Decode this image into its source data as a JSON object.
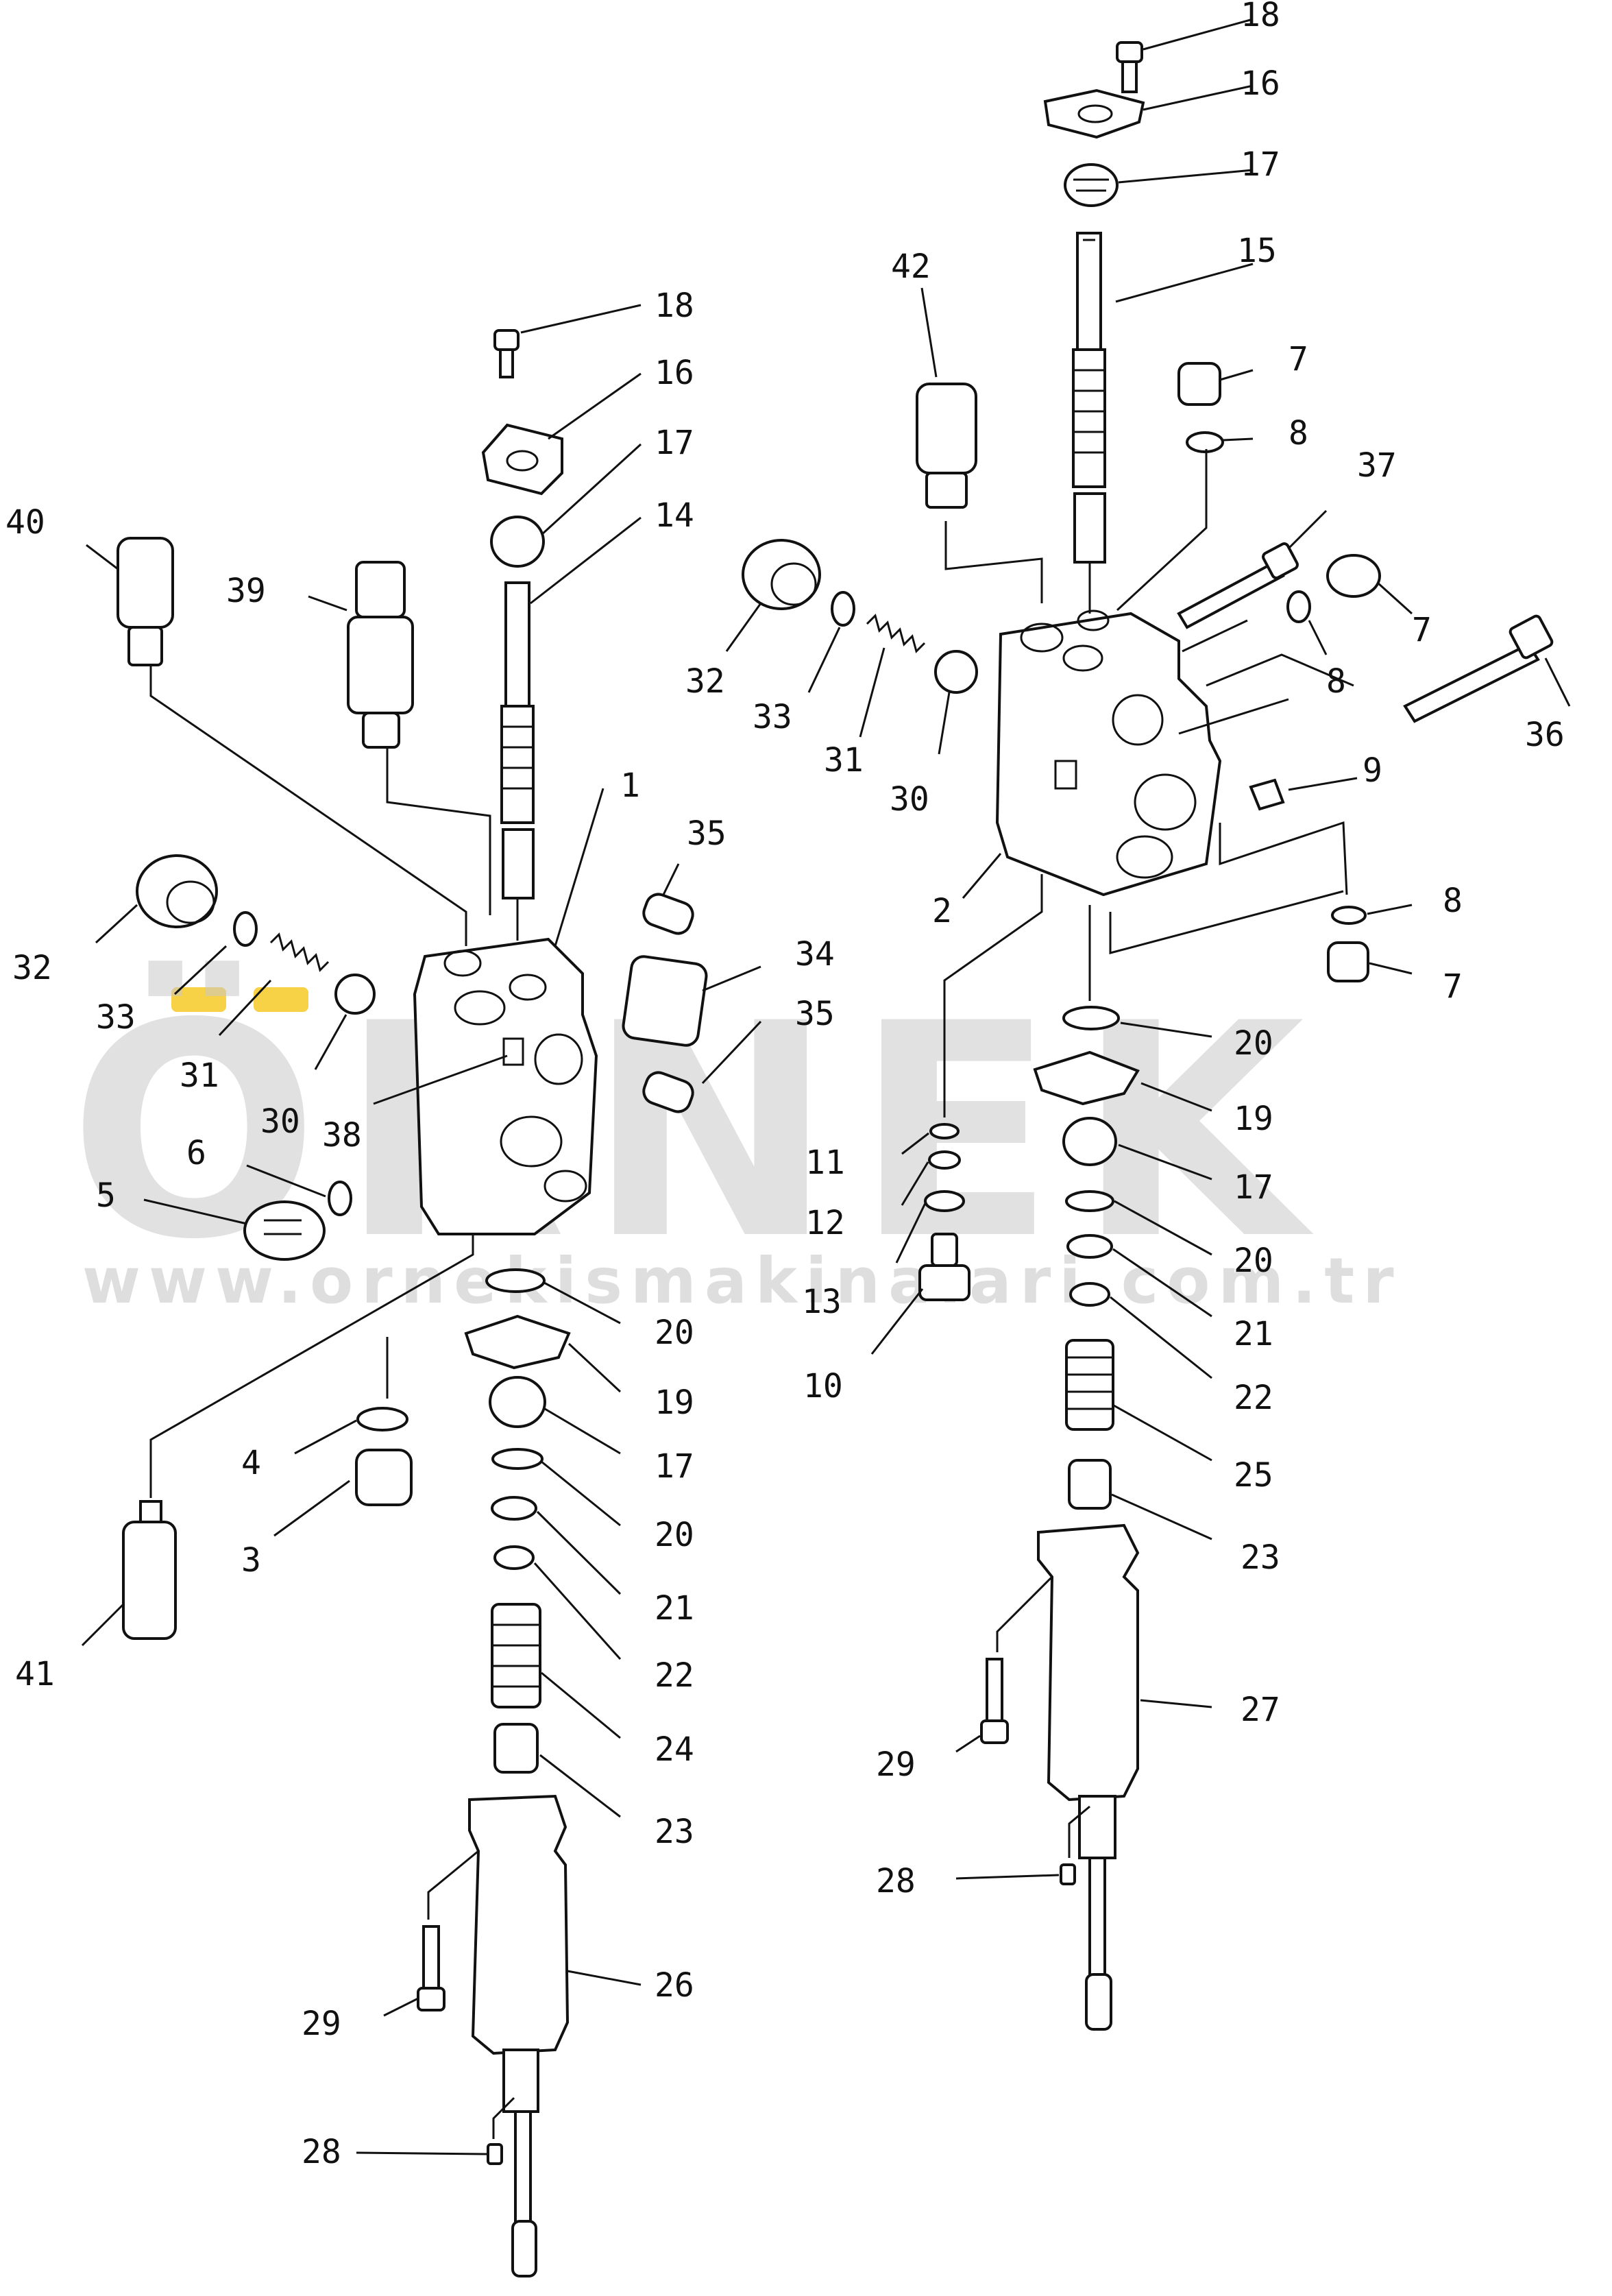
{
  "watermark": {
    "brand": "ÖRNEK",
    "url": "www.ornekismakinalari.com.tr",
    "accent_color": "#f5c518"
  },
  "labels": [
    {
      "id": "l18a",
      "text": "18"
    },
    {
      "id": "l16a",
      "text": "16"
    },
    {
      "id": "l17a",
      "text": "17"
    },
    {
      "id": "l15",
      "text": "15"
    },
    {
      "id": "l42",
      "text": "42"
    },
    {
      "id": "l7a",
      "text": "7"
    },
    {
      "id": "l8a",
      "text": "8"
    },
    {
      "id": "l37",
      "text": "37"
    },
    {
      "id": "l7b",
      "text": "7"
    },
    {
      "id": "l8b",
      "text": "8"
    },
    {
      "id": "l36",
      "text": "36"
    },
    {
      "id": "l9",
      "text": "9"
    },
    {
      "id": "l32a",
      "text": "32"
    },
    {
      "id": "l33a",
      "text": "33"
    },
    {
      "id": "l31a",
      "text": "31"
    },
    {
      "id": "l30a",
      "text": "30"
    },
    {
      "id": "l2",
      "text": "2"
    },
    {
      "id": "l8c",
      "text": "8"
    },
    {
      "id": "l7c",
      "text": "7"
    },
    {
      "id": "l20a",
      "text": "20"
    },
    {
      "id": "l19a",
      "text": "19"
    },
    {
      "id": "l17b",
      "text": "17"
    },
    {
      "id": "l20b",
      "text": "20"
    },
    {
      "id": "l21a",
      "text": "21"
    },
    {
      "id": "l22a",
      "text": "22"
    },
    {
      "id": "l25",
      "text": "25"
    },
    {
      "id": "l23a",
      "text": "23"
    },
    {
      "id": "l27",
      "text": "27"
    },
    {
      "id": "l29a",
      "text": "29"
    },
    {
      "id": "l28a",
      "text": "28"
    },
    {
      "id": "l11",
      "text": "11"
    },
    {
      "id": "l12",
      "text": "12"
    },
    {
      "id": "l13",
      "text": "13"
    },
    {
      "id": "l10",
      "text": "10"
    },
    {
      "id": "l18b",
      "text": "18"
    },
    {
      "id": "l16b",
      "text": "16"
    },
    {
      "id": "l17c",
      "text": "17"
    },
    {
      "id": "l14",
      "text": "14"
    },
    {
      "id": "l40",
      "text": "40"
    },
    {
      "id": "l39",
      "text": "39"
    },
    {
      "id": "l1",
      "text": "1"
    },
    {
      "id": "l35a",
      "text": "35"
    },
    {
      "id": "l34",
      "text": "34"
    },
    {
      "id": "l35b",
      "text": "35"
    },
    {
      "id": "l32b",
      "text": "32"
    },
    {
      "id": "l33b",
      "text": "33"
    },
    {
      "id": "l31b",
      "text": "31"
    },
    {
      "id": "l30b",
      "text": "30"
    },
    {
      "id": "l38",
      "text": "38"
    },
    {
      "id": "l6",
      "text": "6"
    },
    {
      "id": "l5",
      "text": "5"
    },
    {
      "id": "l20c",
      "text": "20"
    },
    {
      "id": "l19b",
      "text": "19"
    },
    {
      "id": "l4",
      "text": "4"
    },
    {
      "id": "l17d",
      "text": "17"
    },
    {
      "id": "l3",
      "text": "3"
    },
    {
      "id": "l20d",
      "text": "20"
    },
    {
      "id": "l21b",
      "text": "21"
    },
    {
      "id": "l22b",
      "text": "22"
    },
    {
      "id": "l41",
      "text": "41"
    },
    {
      "id": "l24",
      "text": "24"
    },
    {
      "id": "l23b",
      "text": "23"
    },
    {
      "id": "l26",
      "text": "26"
    },
    {
      "id": "l29b",
      "text": "29"
    },
    {
      "id": "l28b",
      "text": "28"
    }
  ]
}
